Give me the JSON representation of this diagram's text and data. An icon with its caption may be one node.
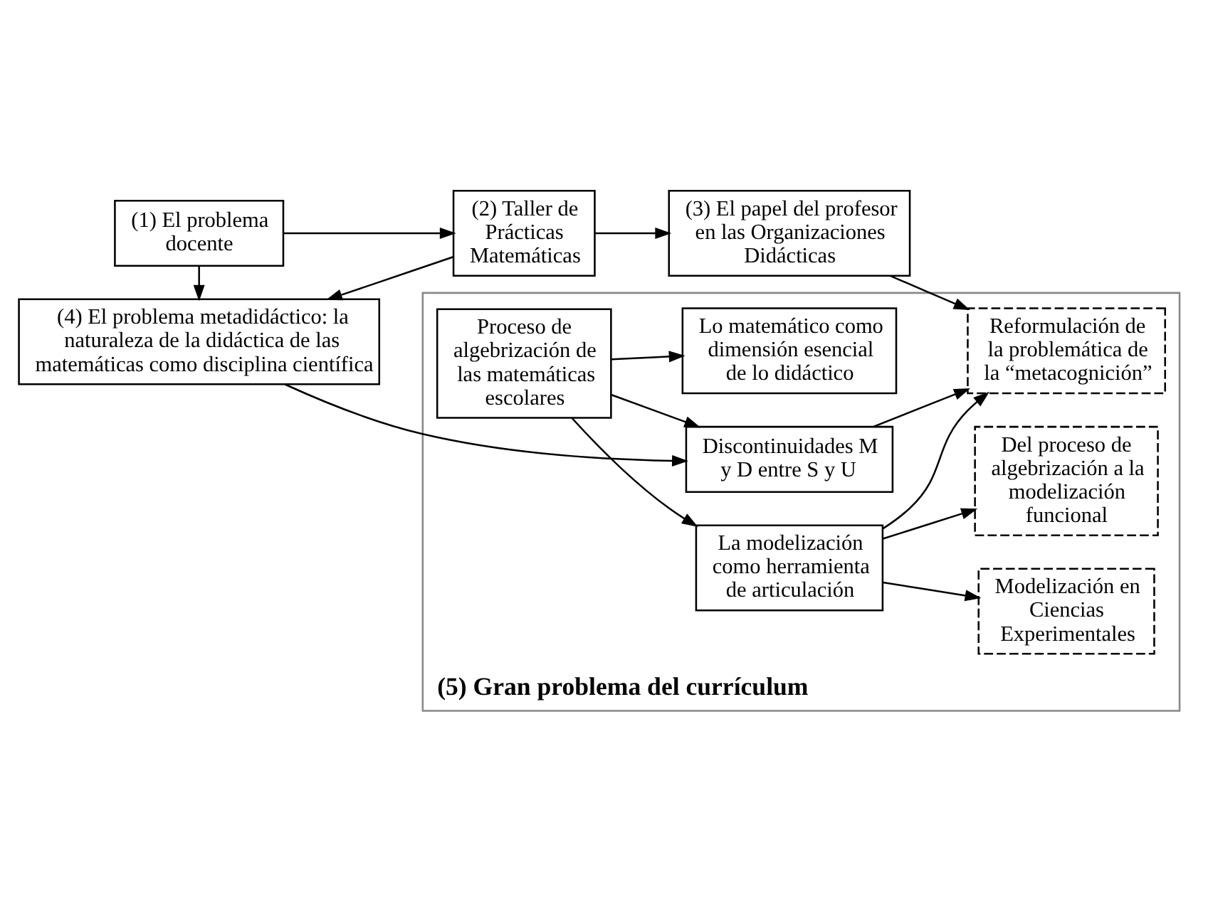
{
  "diagram": {
    "nodes": [
      {
        "text": [
          "(1) El problema docente"
        ]
      },
      {
        "text": [
          "(2) Taller de Prácticas Matemáticas"
        ]
      },
      {
        "text": [
          "(3) El papel del profesor en las Organizaciones Didácticas"
        ]
      },
      {
        "text": [
          "(4) El problema metadidáctico: la naturaleza de la didáctica de las matemáticas como disciplina científica"
        ]
      },
      {
        "text": [
          "(5) Gran problema del currículum"
        ]
      },
      {
        "text": [
          "Proceso de algebrización de las matemáticas escolares"
        ],
        "in": 4
      },
      {
        "text": [
          "Discontinuidades M y D entre S y U"
        ],
        "in": 4
      },
      {
        "text": [
          "La modelización como herramienta de articulación"
        ],
        "in": 4
      },
      {
        "text": [
          "Lo matemático como dimensión esencial de lo didáctico"
        ],
        "in": 4
      },
      {
        "text": [
          "Reformulación de la problemática de la “metacognición”"
        ],
        "in": 4
      },
      {
        "text": [
          "Modelización en Ciencias Experimentales"
        ],
        "in": 4
      },
      {
        "text": [
          "Del proceso de algebrización a la modelización funcional"
        ],
        "in": 4
      }
    ],
    "edges": [
      {
        "from": 0,
        "to": 1,
        "arrow": "to"
      },
      {
        "from": 1,
        "to": 2,
        "arrow": "to"
      },
      {
        "from": 0,
        "to": 3,
        "arrow": "to"
      },
      {
        "from": 1,
        "to": 3,
        "arrow": "to"
      },
      {
        "from": 3,
        "to": 6,
        "arrow": "to"
      },
      {
        "from": 2,
        "to": 9,
        "arrow": "to"
      },
      {
        "from": 5,
        "to": 6,
        "arrow": "to"
      },
      {
        "from": 5,
        "to": 7,
        "arrow": "to"
      },
      {
        "from": 5,
        "to": 8,
        "arrow": "to"
      },
      {
        "from": 6,
        "to": 9,
        "arrow": "to"
      },
      {
        "from": 7,
        "to": 9,
        "arrow": "to"
      },
      {
        "from": 7,
        "to": 10,
        "arrow": "to"
      },
      {
        "from": 7,
        "to": 11,
        "arrow": "to"
      }
    ]
  }
}
